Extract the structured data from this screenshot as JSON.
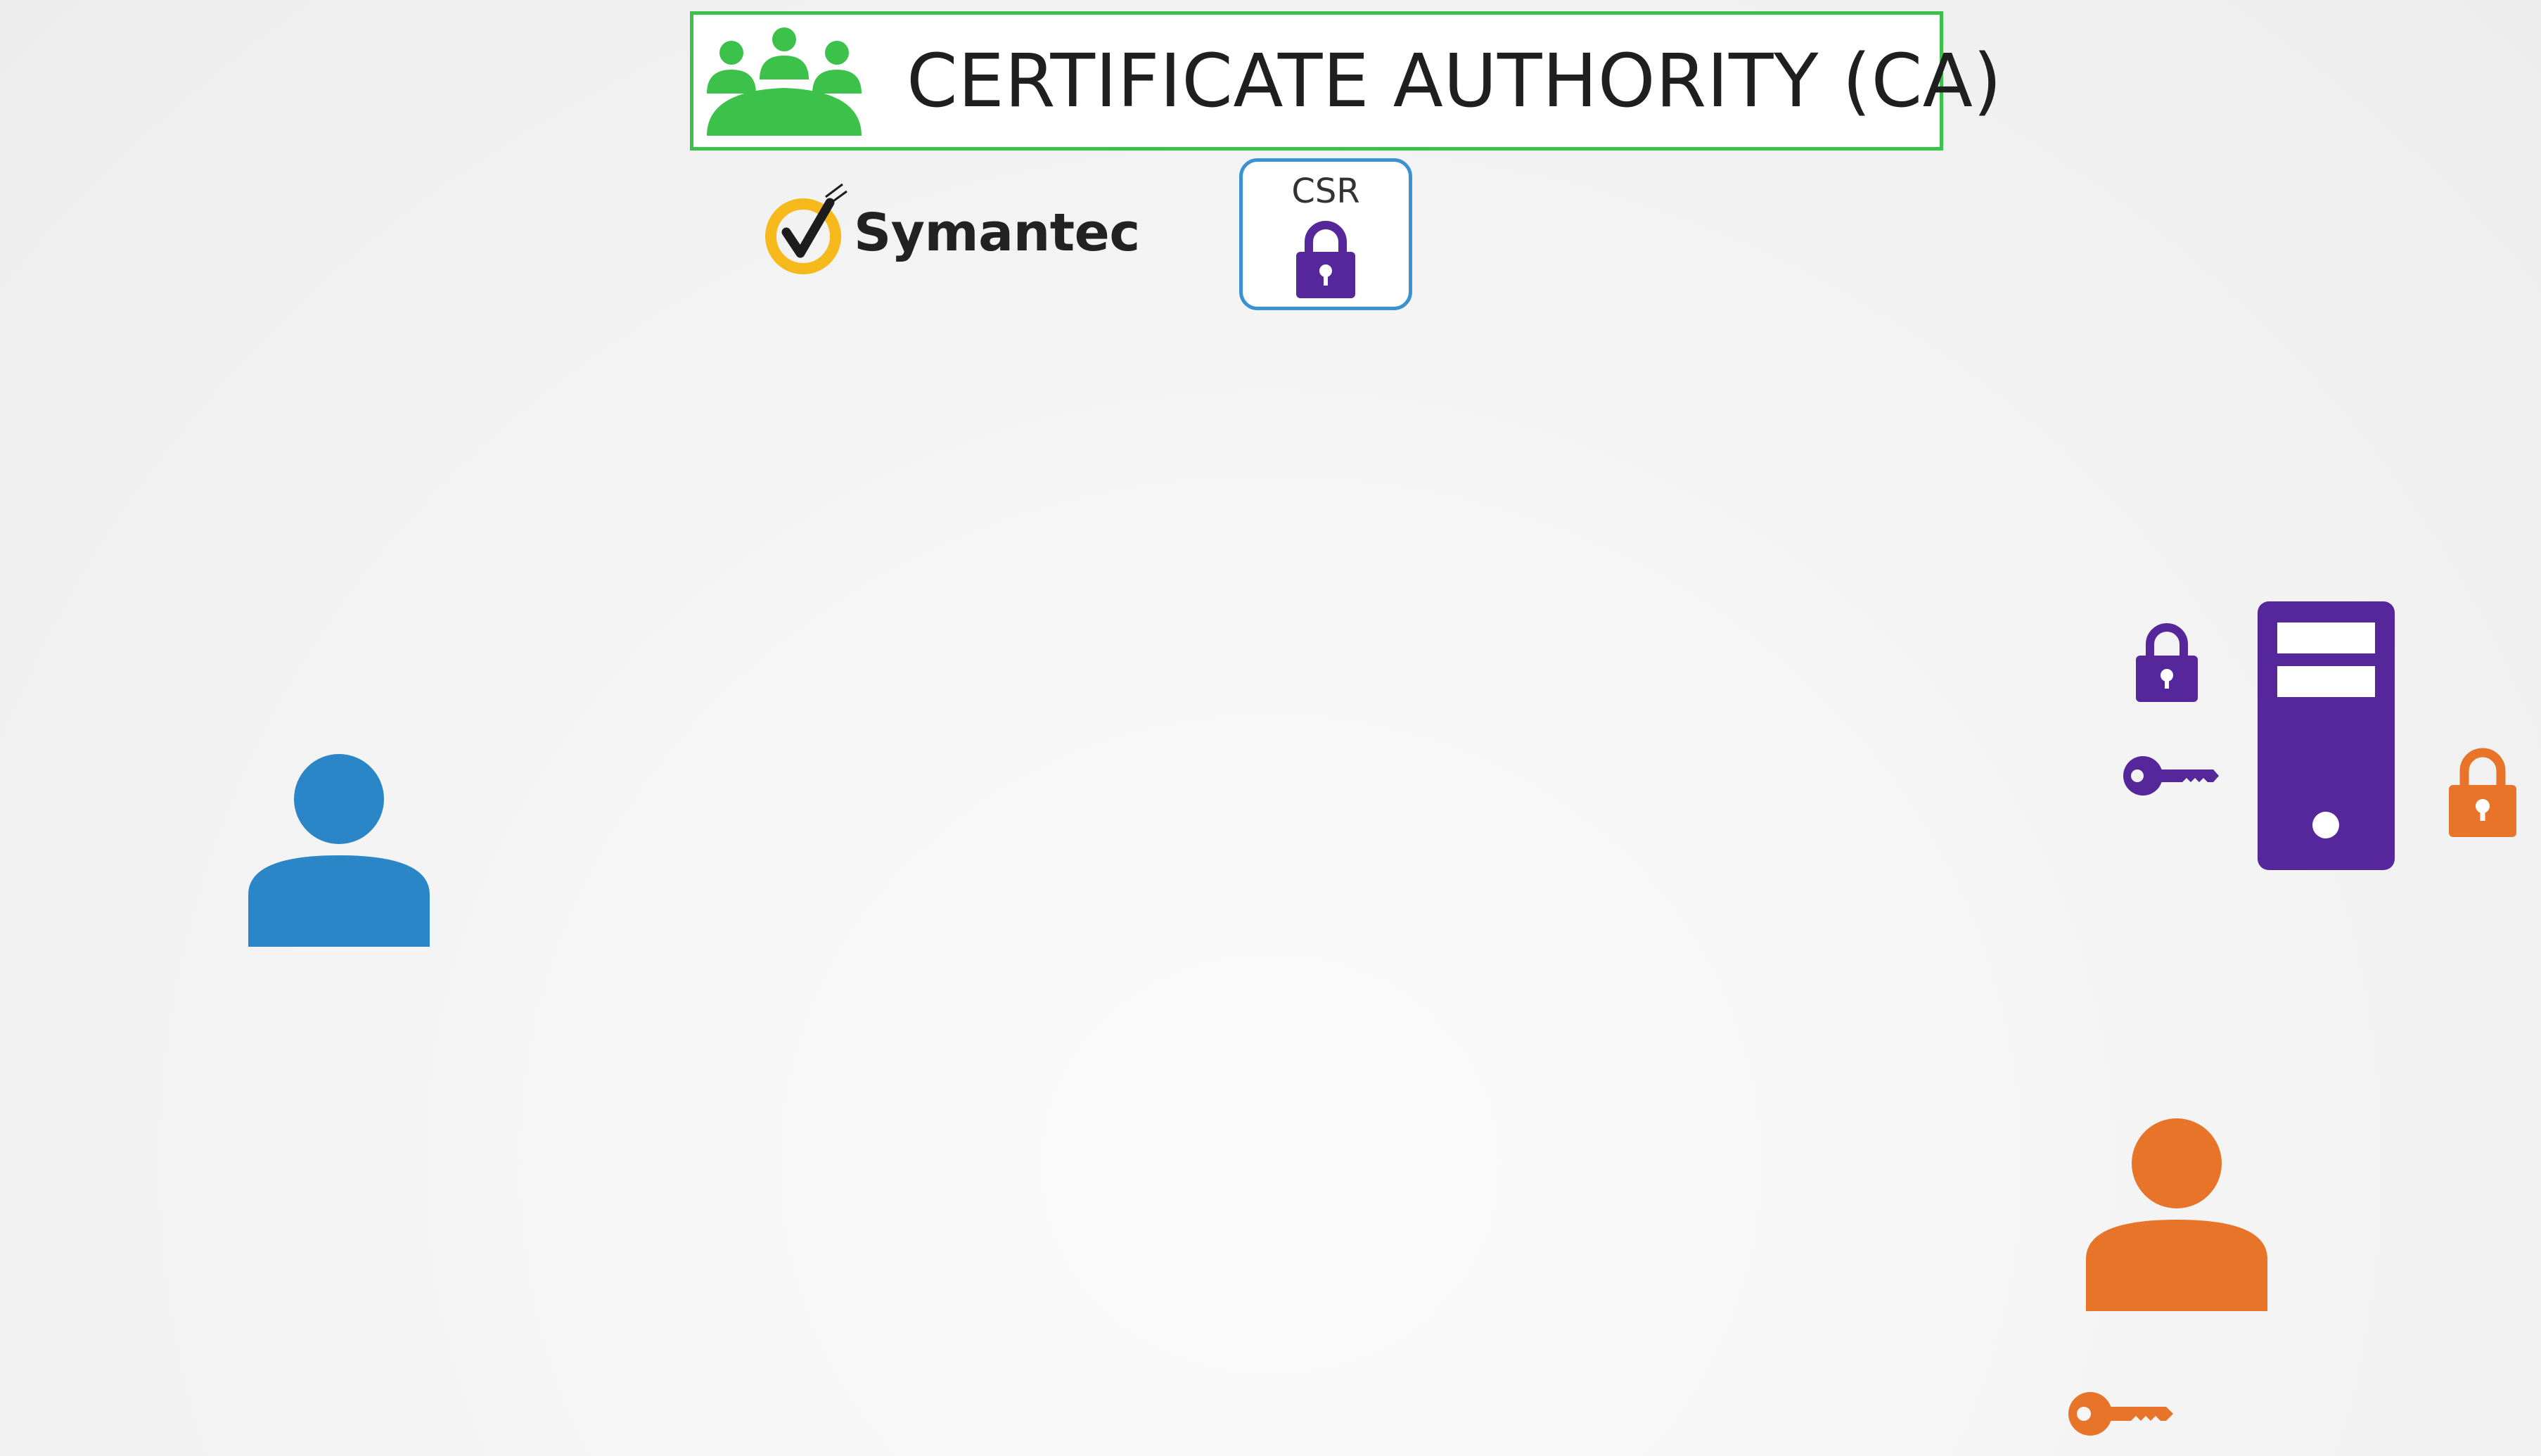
{
  "header": {
    "title": "CERTIFICATE AUTHORITY (CA)",
    "icon": "group-people-icon"
  },
  "symantec": {
    "name": "Symantec",
    "icon": "symantec-checkmark-logo"
  },
  "csr": {
    "label": "CSR",
    "icon": "lock-icon"
  },
  "colors": {
    "ca_green": "#3cc24a",
    "user_blue": "#2a86c6",
    "user_orange": "#e8742a",
    "purple": "#56279a",
    "orange": "#e8742a",
    "symantec_yellow": "#f5b91c",
    "csr_border": "#3a93d0"
  },
  "icons": {
    "left_user": "user-icon",
    "right_user": "user-icon",
    "server": "server-icon",
    "server_lock": "lock-icon",
    "server_key": "key-icon",
    "side_lock": "lock-icon",
    "user_key": "key-icon"
  }
}
